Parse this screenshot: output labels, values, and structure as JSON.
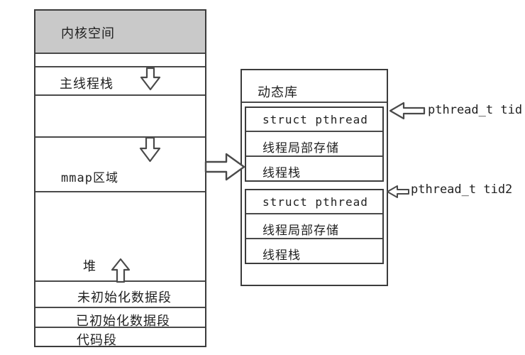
{
  "left_box": {
    "kernel_label": "内核空间",
    "main_stack_label": "主线程栈",
    "mmap_label": "mmap区域",
    "heap_label": "堆",
    "bss_label": "未初始化数据段",
    "data_label": "已初始化数据段",
    "text_label": "代码段"
  },
  "right_box": {
    "title": "动态库",
    "thread1": {
      "struct_label": "struct pthread",
      "tls_label": "线程局部存储",
      "stack_label": "线程栈"
    },
    "thread2": {
      "struct_label": "struct pthread",
      "tls_label": "线程局部存储",
      "stack_label": "线程栈"
    }
  },
  "pointers": {
    "tid_label": "pthread_t tid",
    "tid2_label": "pthread_t tid2"
  },
  "icons": {
    "stack_growth": "down-arrow",
    "mmap_growth": "down-arrow",
    "heap_growth": "up-arrow",
    "mmap_to_library": "right-arrow",
    "tid_pointer": "left-arrow",
    "tid2_pointer": "left-arrow"
  },
  "colors": {
    "kernel_bg": "#c9c9c9",
    "line": "#3c3c3c",
    "text": "#1f1f1f",
    "background": "#ffffff"
  }
}
